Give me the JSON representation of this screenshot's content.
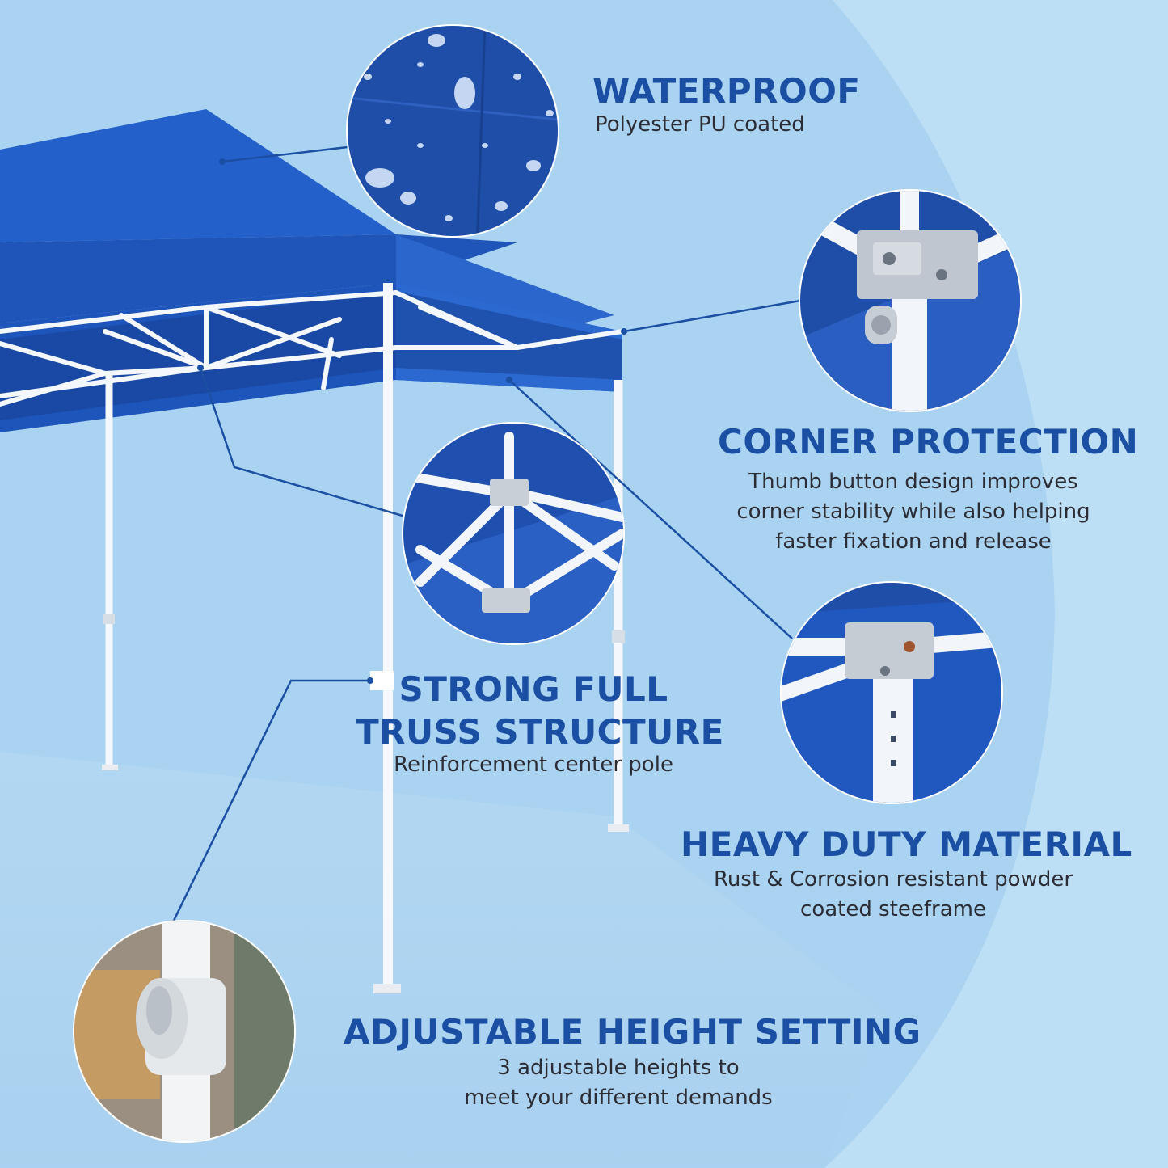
{
  "features": {
    "waterproof": {
      "title": "WATERPROOF",
      "desc": "Polyester PU coated"
    },
    "corner": {
      "title": "CORNER PROTECTION",
      "desc_lines": [
        "Thumb button design improves",
        "corner stability while also helping",
        "faster fixation and release"
      ]
    },
    "truss": {
      "title_lines": [
        "STRONG FULL",
        "TRUSS STRUCTURE"
      ],
      "desc": "Reinforcement center pole"
    },
    "heavy": {
      "title": "HEAVY DUTY MATERIAL",
      "desc_lines": [
        "Rust & Corrosion resistant powder",
        "coated steeframe"
      ]
    },
    "adjustable": {
      "title": "ADJUSTABLE HEIGHT SETTING",
      "desc_lines": [
        "3 adjustable heights to",
        "meet your different demands"
      ]
    }
  },
  "colors": {
    "background": "#bddff6",
    "accent": "#1a4fa3",
    "canopy": "#1e5bc6",
    "text": "#2c2c34"
  }
}
